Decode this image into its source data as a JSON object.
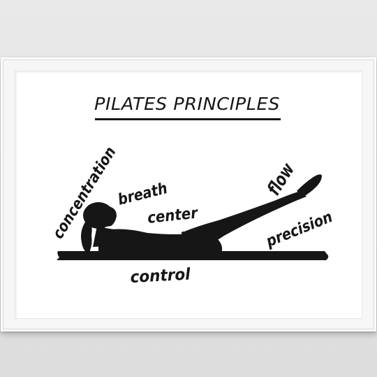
{
  "poster": {
    "title": "PILATES PRINCIPLES",
    "principles": {
      "concentration": "concentration",
      "breath": "breath",
      "center": "center",
      "flow": "flow",
      "precision": "precision",
      "control": "control"
    }
  },
  "colors": {
    "wall": "#e4e4e4",
    "frame": "#fbfbfb",
    "ink": "#161616",
    "paper": "#ffffff"
  }
}
